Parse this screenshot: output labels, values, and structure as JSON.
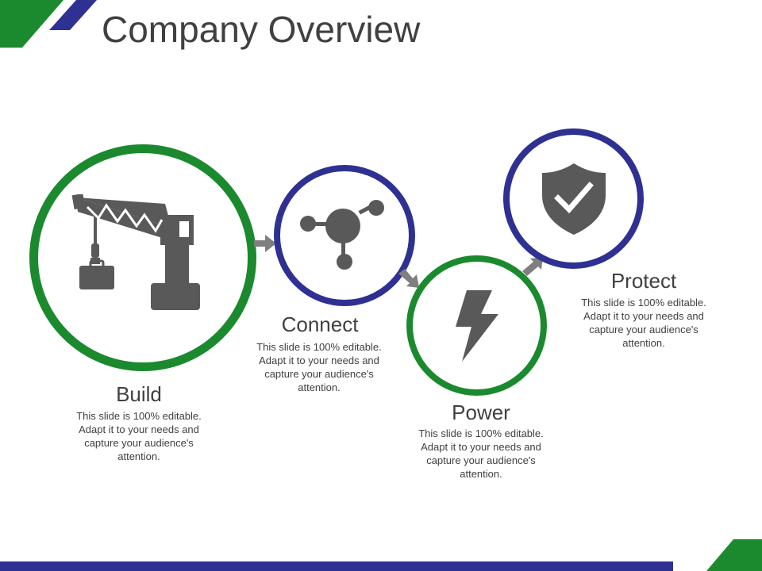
{
  "title": "Company Overview",
  "colors": {
    "green": "#1b8a2e",
    "blue": "#2e3192",
    "icon": "#595959",
    "text": "#404040"
  },
  "steps": [
    {
      "label": "Build",
      "description": "This slide is 100% editable. Adapt it to your needs and capture your audience's attention.",
      "icon": "crane-icon"
    },
    {
      "label": "Connect",
      "description": "This slide is 100% editable. Adapt it to your needs and capture your audience's attention.",
      "icon": "network-nodes-icon"
    },
    {
      "label": "Power",
      "description": "This slide is 100% editable. Adapt it to your needs and capture your audience's attention.",
      "icon": "lightning-bolt-icon"
    },
    {
      "label": "Protect",
      "description": "This slide is 100% editable. Adapt it to your needs and capture your audience's attention.",
      "icon": "shield-check-icon"
    }
  ]
}
